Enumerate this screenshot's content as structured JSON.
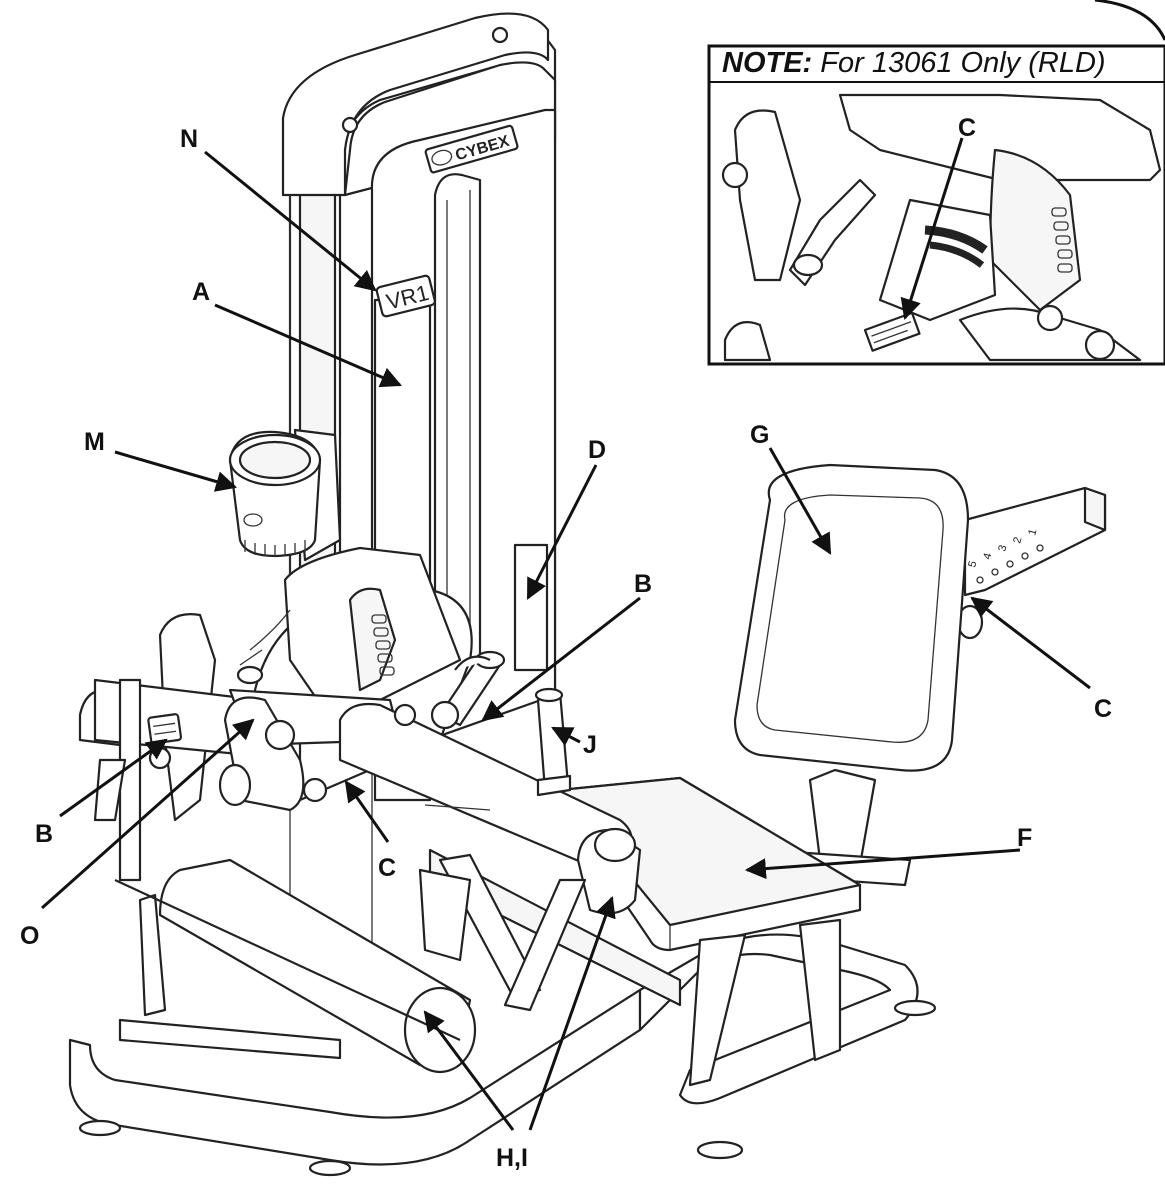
{
  "note": {
    "prefix": "NOTE:",
    "text": " For 13061 Only (RLD)"
  },
  "brand": "CYBEX",
  "model": "VR1",
  "decals": {
    "seat_positions": [
      "5",
      "4",
      "3",
      "2",
      "1"
    ]
  },
  "callouts": {
    "A": "A",
    "B_left": "B",
    "B_right": "B",
    "C_inset": "C",
    "C_right": "C",
    "C_center": "C",
    "D": "D",
    "F": "F",
    "G": "G",
    "HI": "H,I",
    "J": "J",
    "M": "M",
    "N": "N",
    "O": "O"
  }
}
